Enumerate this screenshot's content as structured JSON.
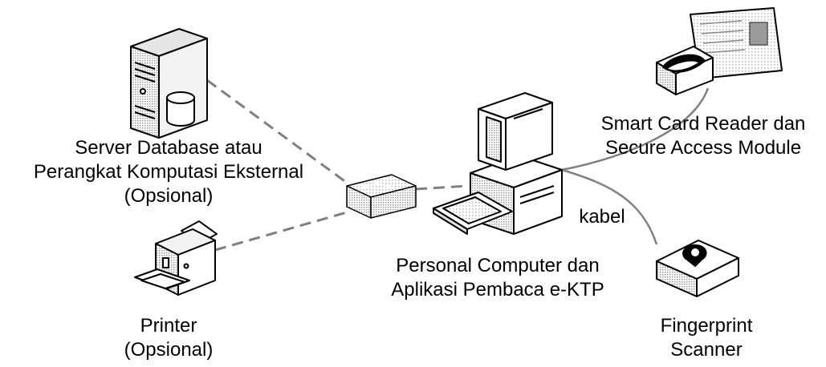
{
  "diagram": {
    "labels": {
      "server": [
        "Server Database atau",
        "Perangkat Komputasi Eksternal",
        "(Opsional)"
      ],
      "printer": [
        "Printer",
        "(Opsional)"
      ],
      "pc": [
        "Personal Computer dan",
        "Aplikasi Pembaca e-KTP"
      ],
      "card_reader": [
        "Smart Card Reader dan",
        "Secure Access Module"
      ],
      "fingerprint": [
        "Fingerprint",
        "Scanner"
      ],
      "cable": "kabel"
    },
    "colors": {
      "line": "#000000",
      "cable": "#808080",
      "dashed_link": "#7f7f7f",
      "device_fill": "#ffffff",
      "device_shade": "#c8c8c8",
      "screen": "#b8b8b8"
    },
    "icons": {
      "server": "server-database-icon",
      "printer": "printer-icon",
      "hub": "network-hub-icon",
      "pc": "desktop-computer-icon",
      "card_reader": "smart-card-reader-icon",
      "fingerprint": "fingerprint-scanner-icon"
    }
  }
}
